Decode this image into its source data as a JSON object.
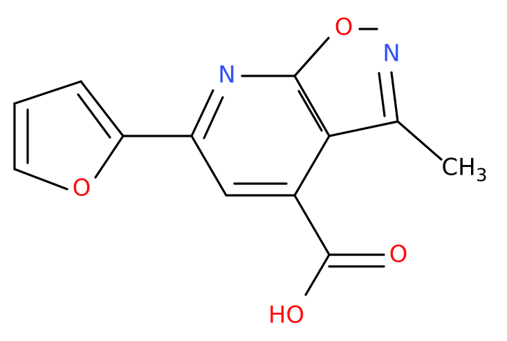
{
  "molecule": {
    "atom_labels": {
      "furan_o": "O",
      "isoxazole_o": "O",
      "isoxazole_n": "N",
      "pyridine_n": "N",
      "methyl_c": "CH",
      "methyl_sub": "3",
      "carbonyl_o": "O",
      "hydroxyl": "HO"
    },
    "colors": {
      "bond": "#000000",
      "oxygen": "#ff0d0d",
      "nitrogen": "#3050f8",
      "carbon": "#000000"
    }
  }
}
